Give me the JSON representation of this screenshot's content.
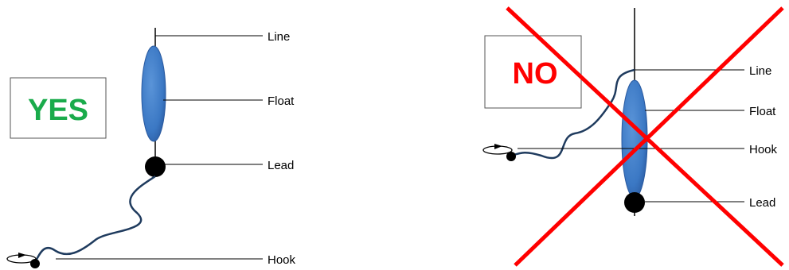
{
  "left_panel": {
    "badge": "YES",
    "badge_color": "#1aab4b",
    "labels": {
      "line": "Line",
      "float": "Float",
      "lead": "Lead",
      "hook": "Hook"
    }
  },
  "right_panel": {
    "badge": "NO",
    "badge_color": "#ff0000",
    "labels": {
      "line": "Line",
      "float": "Float",
      "hook": "Hook",
      "lead": "Lead"
    },
    "cross_color": "#ff0000"
  },
  "colors": {
    "float_fill": "#3b78c4",
    "float_edge": "#2a5aa0",
    "leader_line": "#1f3b5e",
    "lead_weight": "#000000"
  }
}
